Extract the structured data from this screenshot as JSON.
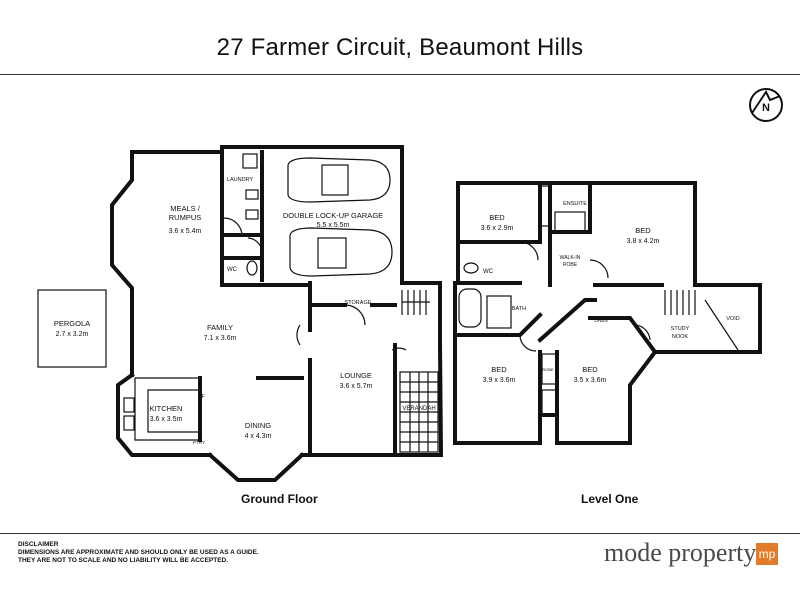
{
  "title": "27 Farmer Circuit, Beaumont Hills",
  "compass_letter": "N",
  "ground_floor": {
    "label": "Ground Floor",
    "rooms": {
      "meals_name": "MEALS /",
      "meals_name2": "RUMPUS",
      "meals_dim": "3.6 x 5.4m",
      "laundry": "LAUNDRY",
      "wc": "WC",
      "garage_name": "DOUBLE LOCK-UP GARAGE",
      "garage_dim": "5.5 x 5.5m",
      "pergola_name": "PERGOLA",
      "pergola_dim": "2.7 x 3.2m",
      "family_name": "FAMILY",
      "family_dim": "7.1 x 3.6m",
      "storage": "STORAGE",
      "lounge_name": "LOUNGE",
      "lounge_dim": "3.6 x 5.7m",
      "verandah": "VERANDAH",
      "kitchen_name": "KITCHEN",
      "kitchen_dim": "3.6 x 3.5m",
      "dining_name": "DINING",
      "dining_dim": "4 x 4.3m",
      "pantry": "PTRY",
      "fridge": "F"
    }
  },
  "level_one": {
    "label": "Level  One",
    "rooms": {
      "bed1_name": "BED",
      "bed1_dim": "3.6 x 2.9m",
      "ensuite": "ENSUITE",
      "bed2_name": "BED",
      "bed2_dim": "3.8 x 4.2m",
      "wc": "WC",
      "walkin1": "WALK-IN",
      "walkin2": "ROBE",
      "bath": "BATH",
      "robe": "ROBE",
      "linen": "LINEN",
      "study1": "STUDY",
      "study2": "NOOK",
      "void": "VOID",
      "bed3_name": "BED",
      "bed3_dim": "3.9 x 3.6m",
      "bed4_name": "BED",
      "bed4_dim": "3.5 x 3.6m"
    }
  },
  "disclaimer": {
    "line1": "DISCLAIMER",
    "line2": "DIMENSIONS ARE APPROXIMATE AND SHOULD ONLY BE USED AS A  GUIDE.",
    "line3": "THEY ARE NOT TO SCALE AND NO LIABILITY WILL BE ACCEPTED."
  },
  "brand": {
    "name": "mode property",
    "badge": "mp",
    "badge_color": "#e07c2a"
  }
}
